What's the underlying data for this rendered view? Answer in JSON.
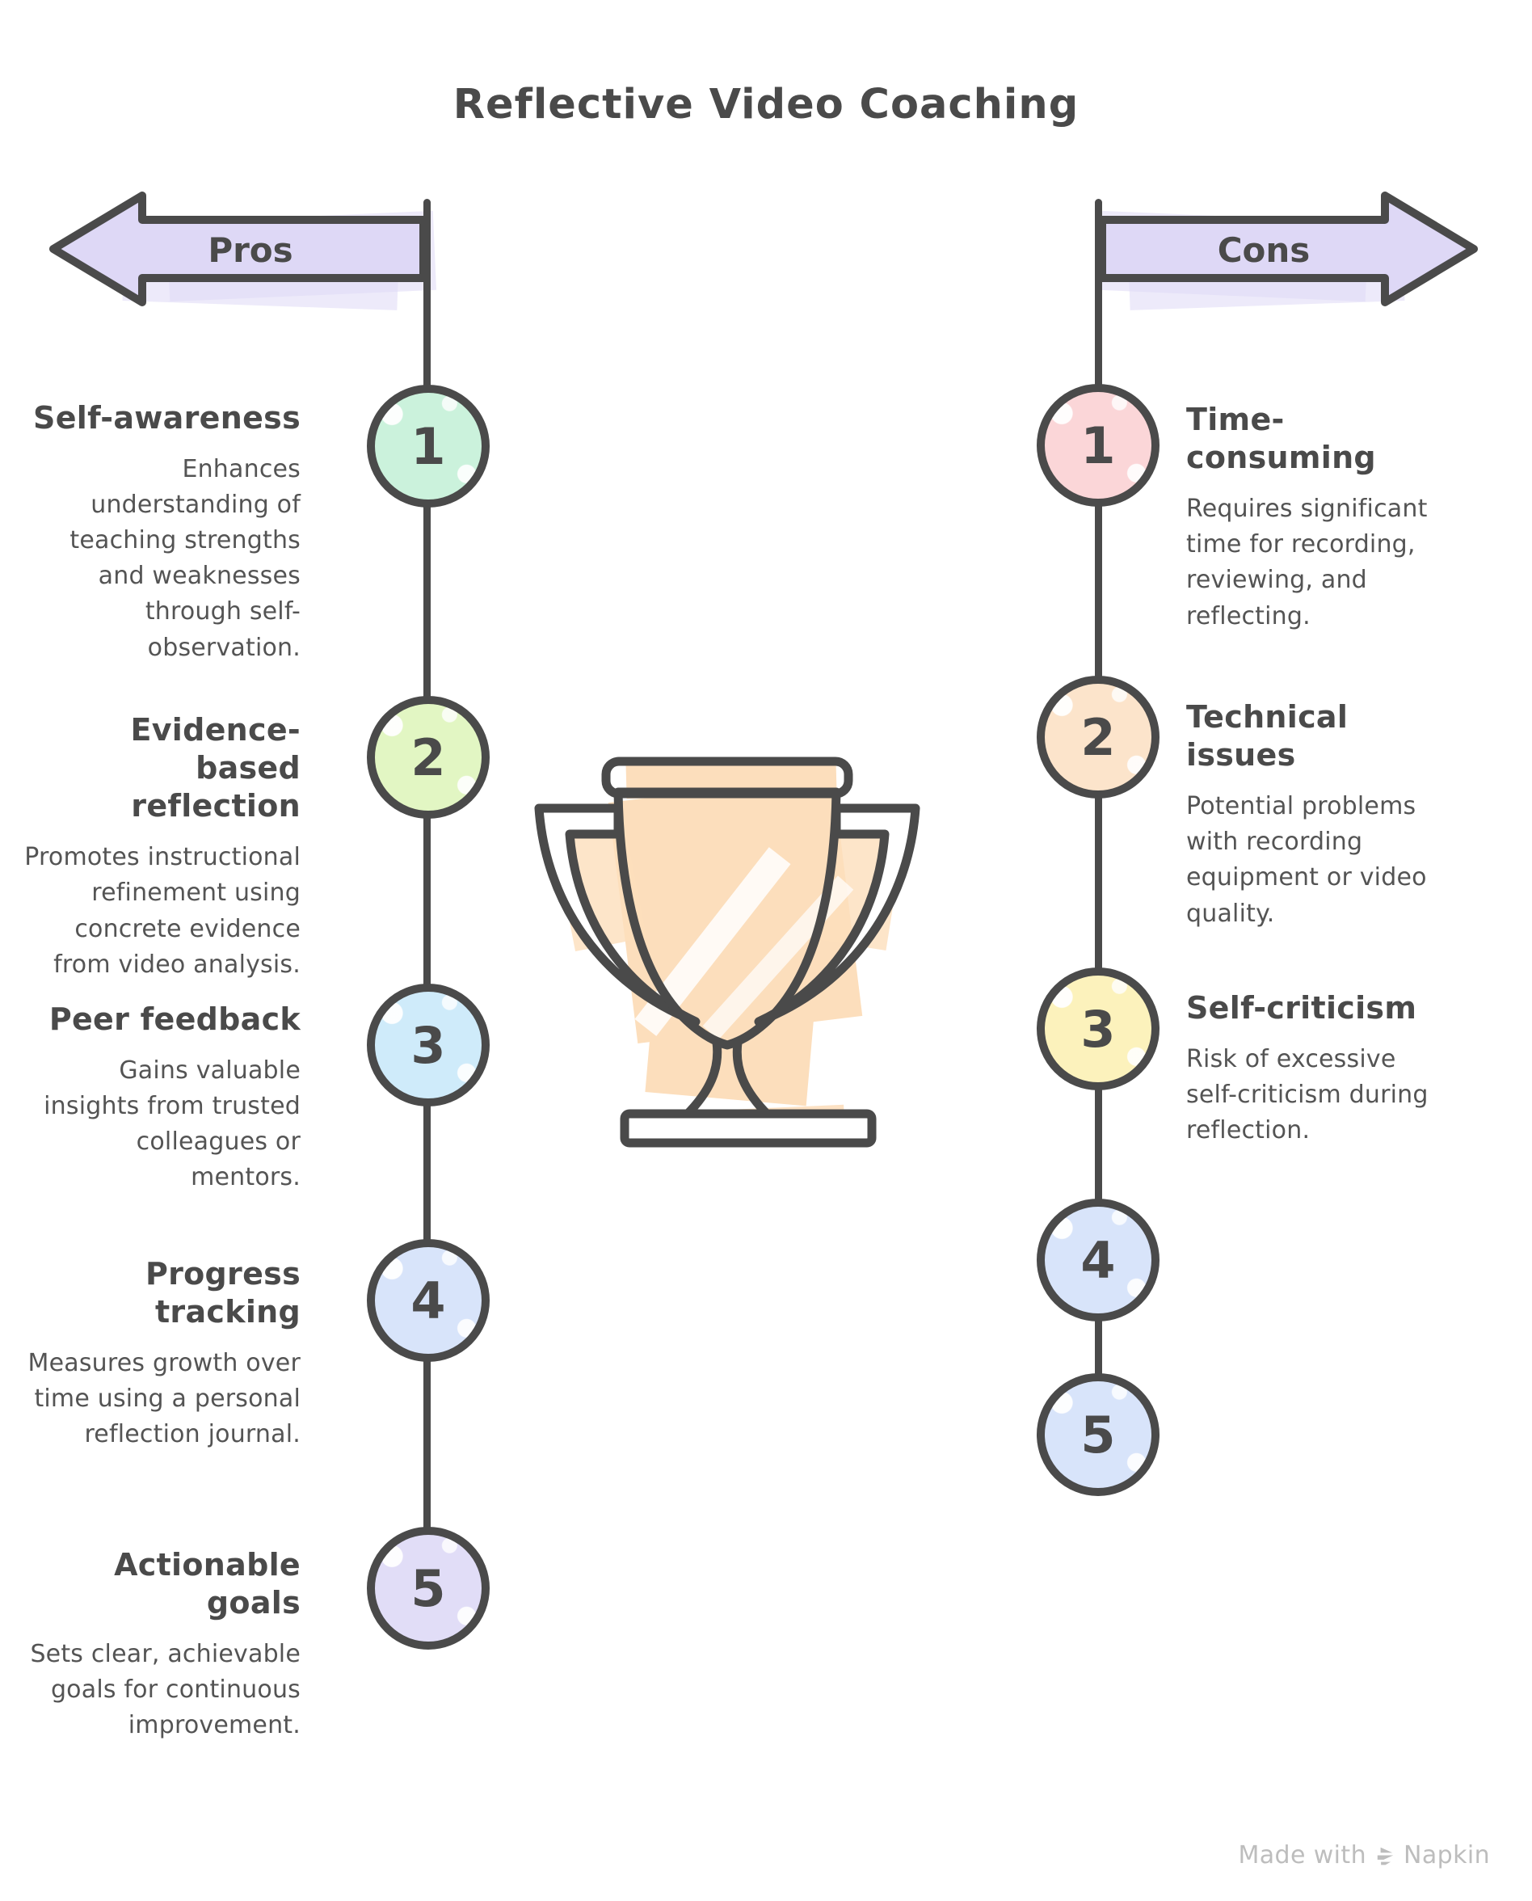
{
  "title": "Reflective Video Coaching",
  "pros": {
    "label": "Pros",
    "items": [
      {
        "num": "1",
        "heading": "Self-awareness",
        "body": "Enhances understanding of teaching strengths and weaknesses through self-observation.",
        "color": "#cbf2dc"
      },
      {
        "num": "2",
        "heading": "Evidence-based reflection",
        "body": "Promotes instructional refinement using concrete evidence from video analysis.",
        "color": "#e2f6c3"
      },
      {
        "num": "3",
        "heading": "Peer feedback",
        "body": "Gains valuable insights from trusted colleagues or mentors.",
        "color": "#cfebfa"
      },
      {
        "num": "4",
        "heading": "Progress tracking",
        "body": "Measures growth over time using a personal reflection journal.",
        "color": "#d8e4fa"
      },
      {
        "num": "5",
        "heading": "Actionable goals",
        "body": "Sets clear, achievable goals for continuous improvement.",
        "color": "#e1ddf7"
      }
    ]
  },
  "cons": {
    "label": "Cons",
    "items": [
      {
        "num": "1",
        "heading": "Time-consuming",
        "body": "Requires significant time for recording, reviewing, and reflecting.",
        "color": "#fbd6d8"
      },
      {
        "num": "2",
        "heading": "Technical issues",
        "body": "Potential problems with recording equipment or video quality.",
        "color": "#fce4cb"
      },
      {
        "num": "3",
        "heading": "Self-criticism",
        "body": "Risk of excessive self-criticism during reflection.",
        "color": "#fcf2bc"
      },
      {
        "num": "4",
        "color": "#d8e4fa"
      },
      {
        "num": "5",
        "color": "#d8e4fa"
      }
    ]
  },
  "center_icon": "trophy",
  "footer": {
    "made_with": "Made with",
    "brand": "Napkin"
  },
  "colors": {
    "outline": "#4a4a4a",
    "arrow_fill": "#ded8f6",
    "trophy_fill": "#fcdebc",
    "text_heading": "#4a4a4a",
    "text_body": "#545454",
    "footer_text": "#bdbdbd"
  }
}
